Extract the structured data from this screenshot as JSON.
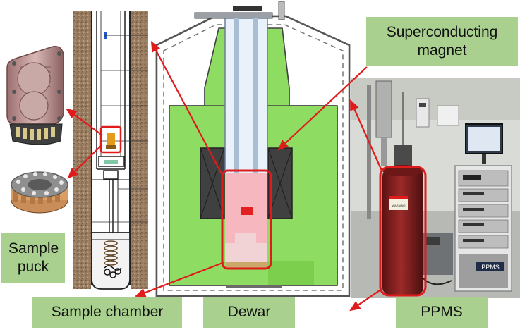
{
  "labels": {
    "superconducting_magnet": "Superconducting magnet",
    "sample_puck": "Sample puck",
    "sample_chamber": "Sample chamber",
    "dewar": "Dewar",
    "ppms": "PPMS"
  },
  "equipment_text": {
    "ppms_logo": "PPMS",
    "warning_tag": "WARNING"
  },
  "colors": {
    "label_fill": "#a9d08e",
    "arrow": "#e01b1b",
    "helium_green": "#8fdc63",
    "magnet": "#404040",
    "sample_zone": "#f7b7bf",
    "dewar_outline": "#555555",
    "cylinder": "#8b2020"
  }
}
